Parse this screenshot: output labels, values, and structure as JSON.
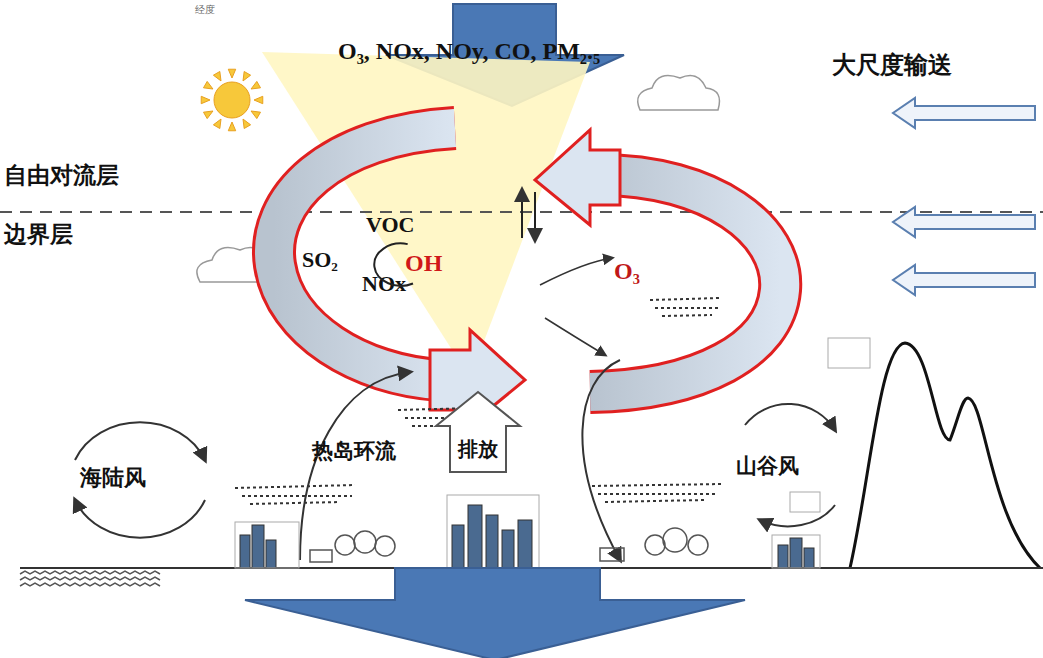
{
  "diagram": {
    "nodes": [
      {
        "text": [
          "OH"
        ]
      },
      {
        "text": [
          "排放"
        ]
      }
    ],
    "labels": [
      "经度",
      "O₃, NOx, NOy, CO, PM₂.₅",
      "大尺度输送",
      "自由对流层",
      "边界层",
      "VOC",
      "SO₂",
      "NOx",
      "O₃",
      "海陆风",
      "热岛环流",
      "山谷风"
    ]
  }
}
